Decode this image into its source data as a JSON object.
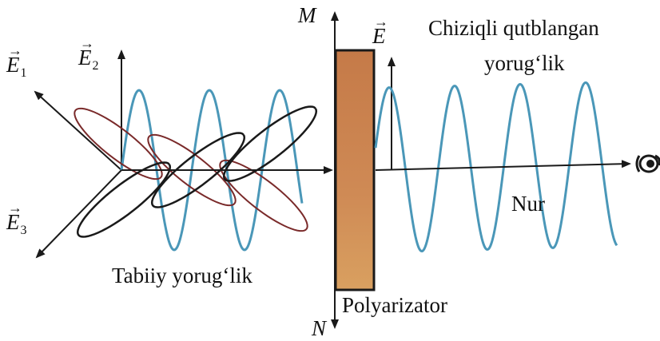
{
  "labels": {
    "E1": {
      "letter": "E",
      "sub": "1"
    },
    "E2": {
      "letter": "E",
      "sub": "2"
    },
    "E3": {
      "letter": "E",
      "sub": "3"
    },
    "E": {
      "letter": "E"
    },
    "M": "M",
    "N": "N",
    "polarized_line1": "Chiziqli qutblangan",
    "polarized_line2": "yorug‘lik",
    "natural_light": "Tabiiy yorug‘lik",
    "ray": "Nur",
    "polarizer": "Polyarizator"
  },
  "icons": {
    "eye": "eye-icon"
  },
  "colors": {
    "wave_blue": "#4a97b8",
    "wave_red": "#7a2a2a",
    "wave_black": "#1a1a1a",
    "polarizer_fill": "#c97f4e",
    "polarizer_edge": "#1a1a1a"
  }
}
